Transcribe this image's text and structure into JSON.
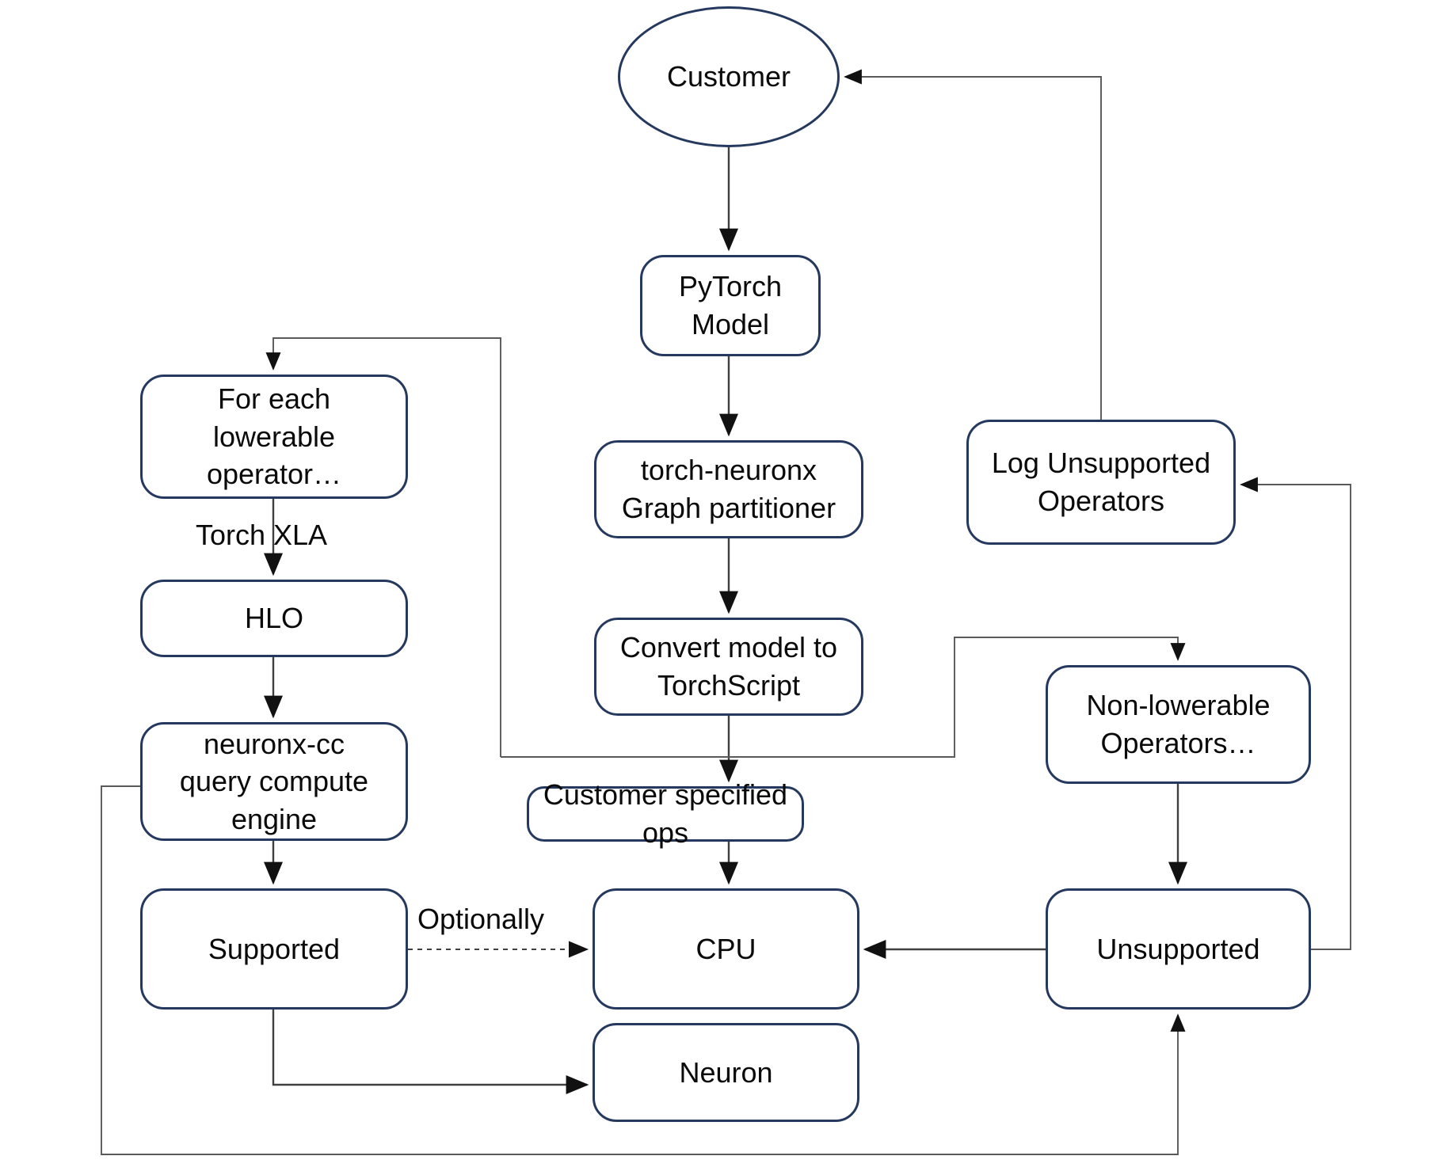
{
  "diagram": {
    "type": "flowchart",
    "nodes": {
      "customer": {
        "label": "Customer",
        "shape": "ellipse"
      },
      "pytorch_model": {
        "label": "PyTorch\nModel",
        "shape": "rounded-rect"
      },
      "graph_partitioner": {
        "label": "torch-neuronx\nGraph partitioner",
        "shape": "rounded-rect"
      },
      "convert_torchscript": {
        "label": "Convert model to\nTorchScript",
        "shape": "rounded-rect"
      },
      "customer_specified_ops": {
        "label": "Customer specified ops",
        "shape": "rounded-rect"
      },
      "cpu": {
        "label": "CPU",
        "shape": "rounded-rect"
      },
      "neuron": {
        "label": "Neuron",
        "shape": "rounded-rect"
      },
      "for_each_lowerable": {
        "label": "For each\nlowerable\noperator…",
        "shape": "rounded-rect"
      },
      "hlo": {
        "label": "HLO",
        "shape": "rounded-rect"
      },
      "neuronx_cc": {
        "label": "neuronx-cc\nquery compute\nengine",
        "shape": "rounded-rect"
      },
      "supported": {
        "label": "Supported",
        "shape": "rounded-rect"
      },
      "log_unsupported": {
        "label": "Log Unsupported\nOperators",
        "shape": "rounded-rect"
      },
      "non_lowerable": {
        "label": "Non-lowerable\nOperators…",
        "shape": "rounded-rect"
      },
      "unsupported": {
        "label": "Unsupported",
        "shape": "rounded-rect"
      }
    },
    "edge_labels": {
      "torch_xla": "Torch XLA",
      "optionally": "Optionally"
    },
    "colors": {
      "node_border": "#25395f",
      "connector": "#404040",
      "connector_loop": "#595959",
      "arrowhead": "#111111",
      "text": "#0a0a0a",
      "background": "#ffffff"
    }
  }
}
